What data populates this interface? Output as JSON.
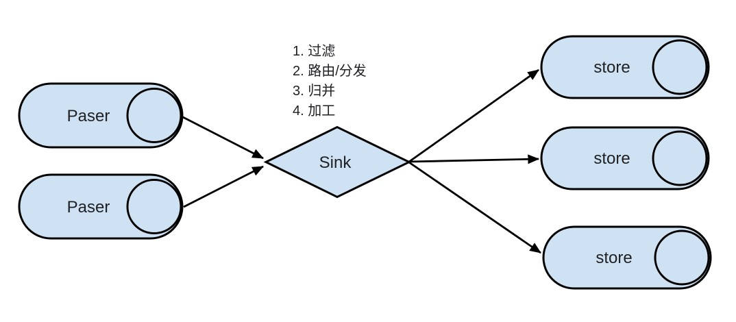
{
  "colors": {
    "background": "#ffffff",
    "node_fill": "#cfe2f3",
    "node_stroke": "#000000",
    "edge": "#000000",
    "text": "#202124"
  },
  "annotation": {
    "items": [
      "1. 过滤",
      "2. 路由/分发",
      "3. 归并",
      "4. 加工"
    ]
  },
  "nodes": {
    "parsers": [
      {
        "id": "paser-1",
        "label": "Paser"
      },
      {
        "id": "paser-2",
        "label": "Paser"
      }
    ],
    "sink": {
      "id": "sink",
      "label": "Sink"
    },
    "stores": [
      {
        "id": "store-1",
        "label": "store"
      },
      {
        "id": "store-2",
        "label": "store"
      },
      {
        "id": "store-3",
        "label": "store"
      }
    ]
  },
  "edges": [
    {
      "from": "paser-1",
      "to": "sink"
    },
    {
      "from": "paser-2",
      "to": "sink"
    },
    {
      "from": "sink",
      "to": "store-1"
    },
    {
      "from": "sink",
      "to": "store-2"
    },
    {
      "from": "sink",
      "to": "store-3"
    }
  ]
}
